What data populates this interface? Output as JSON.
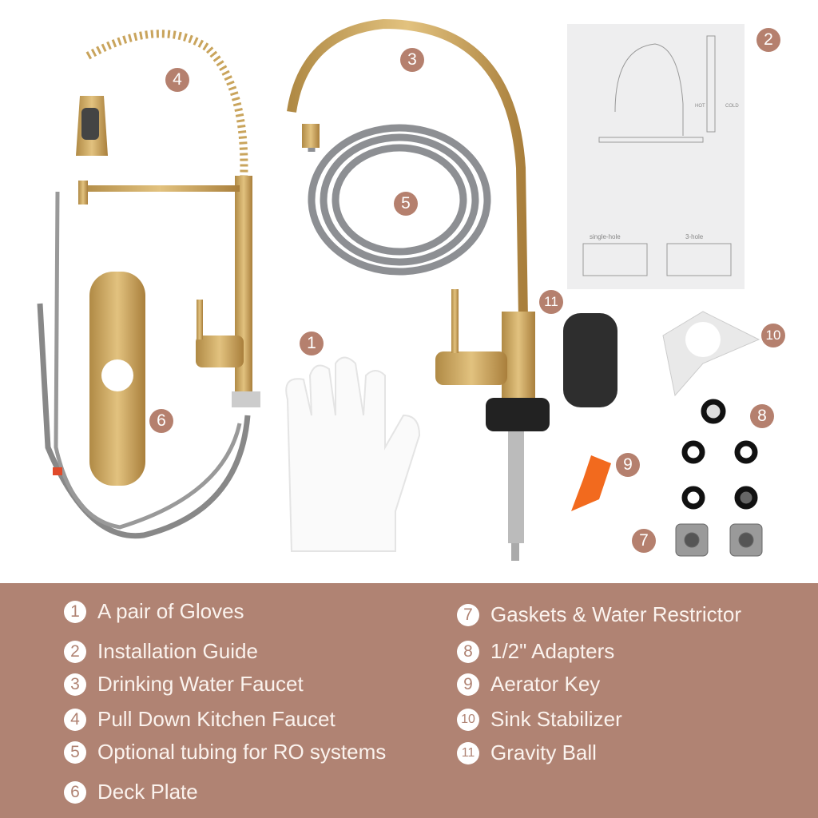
{
  "badges": [
    "1",
    "2",
    "3",
    "4",
    "5",
    "6",
    "7",
    "8",
    "9",
    "10",
    "11"
  ],
  "legend": {
    "left": [
      {
        "num": "1",
        "label": "A pair of Gloves"
      },
      {
        "num": "2",
        "label": "Installation Guide"
      },
      {
        "num": "3",
        "label": "Drinking Water Faucet"
      },
      {
        "num": "4",
        "label": "Pull Down Kitchen Faucet"
      },
      {
        "num": "5",
        "label": "Optional tubing for RO systems"
      },
      {
        "num": "6",
        "label": "Deck Plate"
      }
    ],
    "right": [
      {
        "num": "7",
        "label": "Gaskets & Water Restrictor"
      },
      {
        "num": "8",
        "label": "1/2\" Adapters"
      },
      {
        "num": "9",
        "label": "Aerator Key"
      },
      {
        "num": "10",
        "label": "Sink Stabilizer"
      },
      {
        "num": "11",
        "label": "Gravity Ball"
      }
    ]
  },
  "guide": {
    "single_hole": "single-hole",
    "three_hole": "3-hole",
    "hot": "HOT",
    "cold": "COLD"
  },
  "colors": {
    "legend_bg": "#b08373",
    "badge": "#b5806e",
    "gold": "#c9a45c"
  }
}
